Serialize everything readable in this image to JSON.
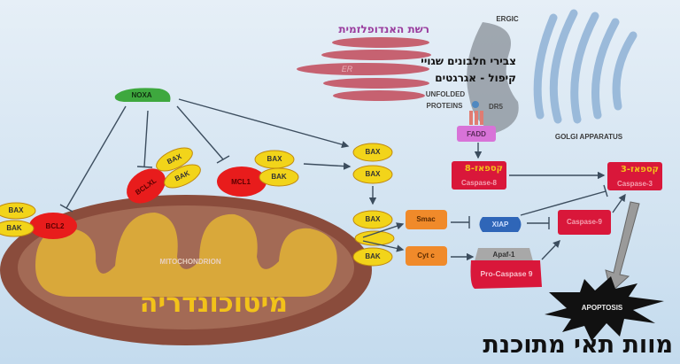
{
  "title_er_hebrew": "רשת האנדופלזמית",
  "er_label": "ER",
  "ergic_label": "ERGIC",
  "aggregates_hebrew": [
    "צבירי חלבונים שגויי",
    "קיפול - אגרגטים"
  ],
  "unfolded_proteins": [
    "UNFOLDED",
    "PROTEINS"
  ],
  "dr5_label": "DR5",
  "fadd_label": "FADD",
  "golgi_label": "GOLGI APPARATUS",
  "caspase8": {
    "label": "Caspase-8",
    "hebrew": "קספאז-8"
  },
  "caspase3": {
    "label": "Caspase-3",
    "hebrew": "קספאז-3"
  },
  "caspase9_label": "Caspase-9",
  "noxa_label": "NOXA",
  "bcl2_label": "BCL2",
  "bclxl_label": "BCLXL",
  "mcl1_label": "MCL1",
  "bax_label": "BAX",
  "bak_label": "BAK",
  "smac_label": "Smac",
  "cytc_label": "Cyt c",
  "xiap_label": "XIAP",
  "apaf1_label": "Apaf-1",
  "procaspase9_label": "Pro-Caspase 9",
  "apoptosis_label": "APOPTOSIS",
  "mitochondrion_label": "MITOCHONDRION",
  "mitochondria_hebrew": "מיטוכונדריה",
  "programmed_death_hebrew": "מוות תאי מתוכנת",
  "colors": {
    "er_purple": "#9a3d9e",
    "caspase_red": "#d9173a",
    "bax_yellow": "#f2d41a",
    "hebrew_yellow": "#f2c21a"
  }
}
